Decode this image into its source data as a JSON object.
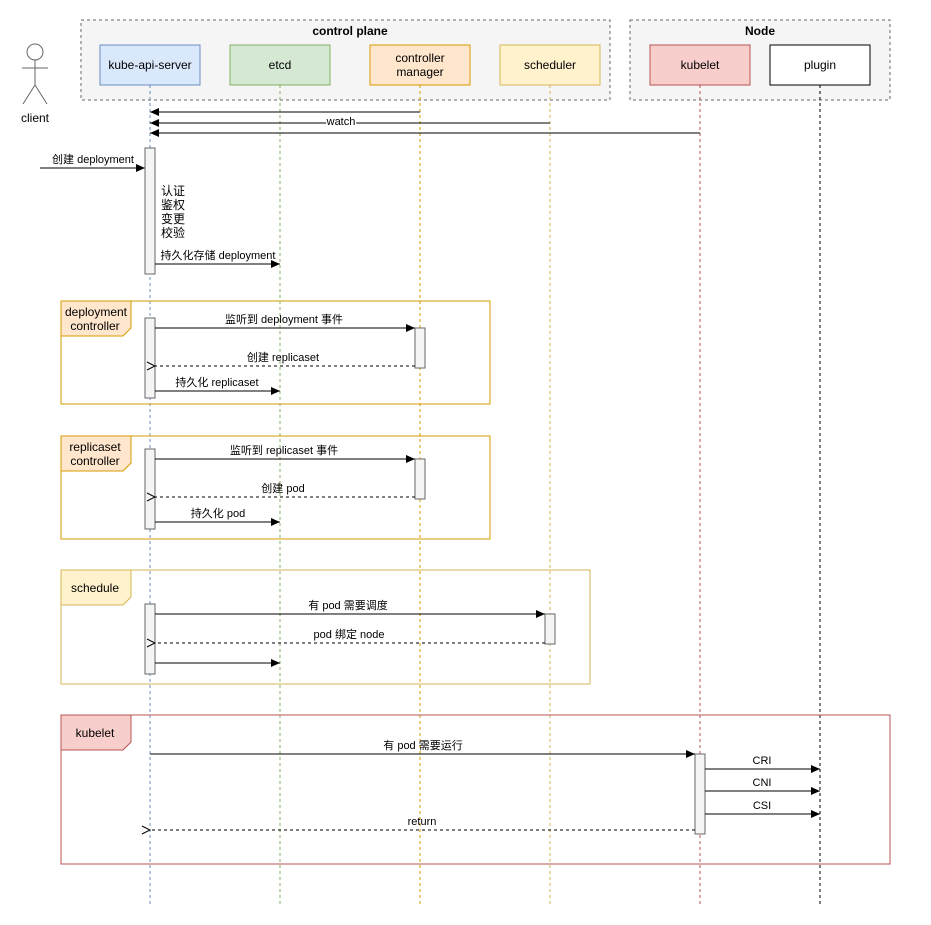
{
  "groups": {
    "control_plane": "control plane",
    "node": "Node"
  },
  "actor": {
    "label": "client"
  },
  "participants": {
    "api": "kube-api-server",
    "etcd": "etcd",
    "cm_line1": "controller",
    "cm_line2": "manager",
    "scheduler": "scheduler",
    "kubelet": "kubelet",
    "plugin": "plugin"
  },
  "messages": {
    "watch": "watch",
    "create_deployment": "创建 deployment",
    "checks": [
      "认证",
      "鉴权",
      "变更",
      "校验"
    ],
    "persist_deployment": "持久化存储 deployment",
    "watch_deployment_event": "监听到 deployment 事件",
    "create_replicaset": "创建 replicaset",
    "persist_replicaset": "持久化 replicaset",
    "watch_replicaset_event": "监听到 replicaset 事件",
    "create_pod": "创建 pod",
    "persist_pod": "持久化 pod",
    "pod_needs_schedule": "有 pod 需要调度",
    "pod_bind_node": "pod 绑定 node",
    "pod_needs_run": "有 pod 需要运行",
    "cri": "CRI",
    "cni": "CNI",
    "csi": "CSI",
    "return": "return"
  },
  "frames": {
    "deployment_controller": [
      "deployment",
      "controller"
    ],
    "replicaset_controller": [
      "replicaset",
      "controller"
    ],
    "schedule": "schedule",
    "kubelet": "kubelet"
  },
  "colors": {
    "api_fill": "#dae8fc",
    "api_stroke": "#6c8ebf",
    "etcd_fill": "#d5e8d4",
    "etcd_stroke": "#82b366",
    "cm_fill": "#ffe6cc",
    "cm_stroke": "#d79b00",
    "sched_fill": "#fff2cc",
    "sched_stroke": "#d6b656",
    "kubelet_fill": "#f8cecc",
    "kubelet_stroke": "#b85450",
    "frame_orange": "#d79b00",
    "frame_yellow": "#d6b656",
    "frame_red": "#b85450"
  }
}
